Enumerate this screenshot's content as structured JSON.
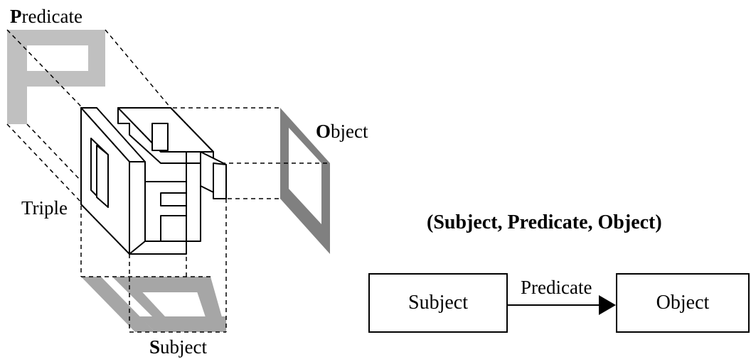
{
  "cube": {
    "predicate_initial": "P",
    "predicate_rest": "redicate",
    "object_initial": "O",
    "object_rest": "bject",
    "subject_initial": "S",
    "subject_rest": "ubject",
    "triple_label": "Triple"
  },
  "notation": "(Subject, Predicate, Object)",
  "graph": {
    "subject": "Subject",
    "predicate": "Predicate",
    "object": "Object"
  },
  "colors": {
    "projection_light": "#c0c0c0",
    "projection_mid": "#a6a6a6",
    "projection_dark": "#808080",
    "line": "#000000"
  }
}
